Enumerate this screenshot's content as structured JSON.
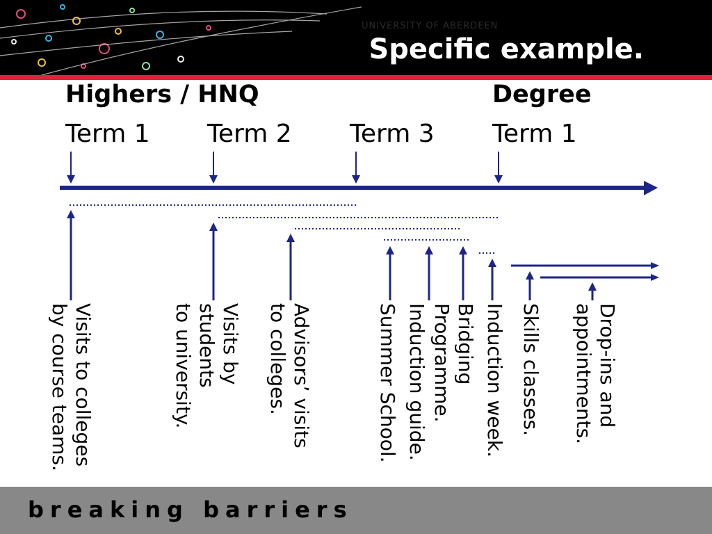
{
  "header": {
    "title": "Specific example.",
    "watermark": "UNIVERSITY OF ABERDEEN"
  },
  "timeline": {
    "headings": [
      "Highers / HNQ",
      "Degree"
    ],
    "terms": [
      "Term 1",
      "Term 2",
      "Term 3",
      "Term 1"
    ]
  },
  "activities": [
    "Visits to colleges\nby course teams.",
    "Visits by\nstudents\nto university.",
    "Advisors’ visits\nto colleges.",
    "Summer School.",
    "Induction guide.",
    "Bridging\nProgramme.",
    "Induction week.",
    "Skills classes.",
    "Drop-ins and\nappointments."
  ],
  "footer": {
    "tagline": "breaking barriers"
  },
  "colors": {
    "accent": "#e0223a",
    "timeline": "#1c2587",
    "footer": "#888888"
  }
}
